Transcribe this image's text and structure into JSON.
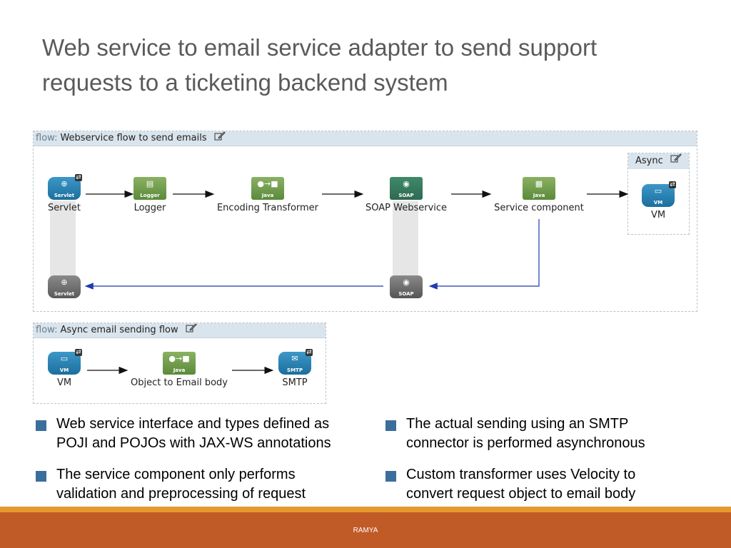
{
  "slide": {
    "title_line1": "Web service to email service adapter to send support",
    "title_line2": "requests to a ticketing backend system"
  },
  "flow1": {
    "keyword": "flow:",
    "name": "Webservice flow to send emails",
    "async_label": "Async",
    "nodes": [
      {
        "icon": "Servlet",
        "label": "Servlet"
      },
      {
        "icon": "Logger",
        "label": "Logger"
      },
      {
        "icon": "Java",
        "label": "Encoding Transformer"
      },
      {
        "icon": "SOAP",
        "label": "SOAP Webservice"
      },
      {
        "icon": "Java",
        "label": "Service component"
      },
      {
        "icon": "VM",
        "label": "VM"
      }
    ],
    "return_nodes": [
      {
        "icon": "Servlet"
      },
      {
        "icon": "SOAP"
      }
    ]
  },
  "flow2": {
    "keyword": "flow:",
    "name": "Async email sending flow",
    "nodes": [
      {
        "icon": "VM",
        "label": "VM"
      },
      {
        "icon": "Java",
        "label": "Object to Email body"
      },
      {
        "icon": "SMTP",
        "label": "SMTP"
      }
    ]
  },
  "bullets": {
    "b1_line1": "Web service interface and types defined as",
    "b1_line2": "POJI and POJOs with JAX-WS annotations",
    "b2_line1": "The service component only performs",
    "b2_line2": "validation and preprocessing of request",
    "b3_line1": "The actual sending using an SMTP",
    "b3_line2": "connector is performed asynchronous",
    "b4_line1": "Custom transformer uses Velocity to",
    "b4_line2": "convert request object to email body"
  },
  "footer": {
    "text": "RAMYA"
  },
  "colors": {
    "accent_orange": "#e49a2c",
    "footer_bg": "#c05a27",
    "bullet_square": "#3b6e9c",
    "return_arrow": "#1f3bb0"
  }
}
